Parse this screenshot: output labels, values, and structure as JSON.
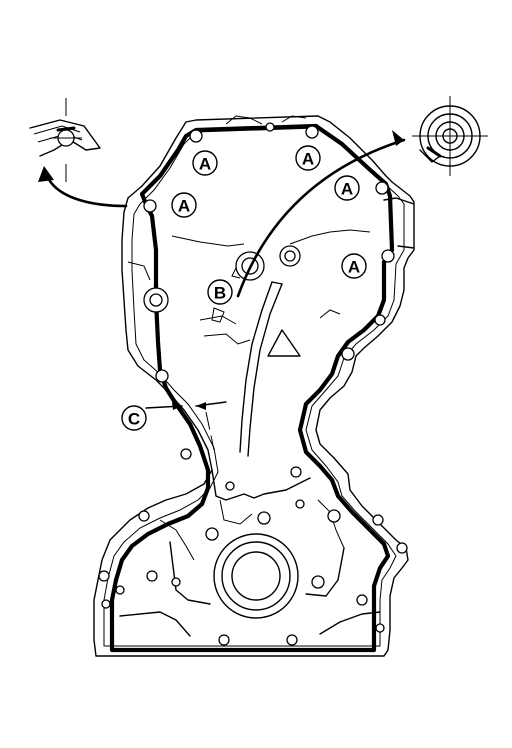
{
  "diagram": {
    "callouts": [
      {
        "id": "a1",
        "label": "A"
      },
      {
        "id": "a2",
        "label": "A"
      },
      {
        "id": "a3",
        "label": "A"
      },
      {
        "id": "a4",
        "label": "A"
      },
      {
        "id": "a5",
        "label": "A"
      },
      {
        "id": "b1",
        "label": "B"
      },
      {
        "id": "c1",
        "label": "C"
      }
    ]
  }
}
